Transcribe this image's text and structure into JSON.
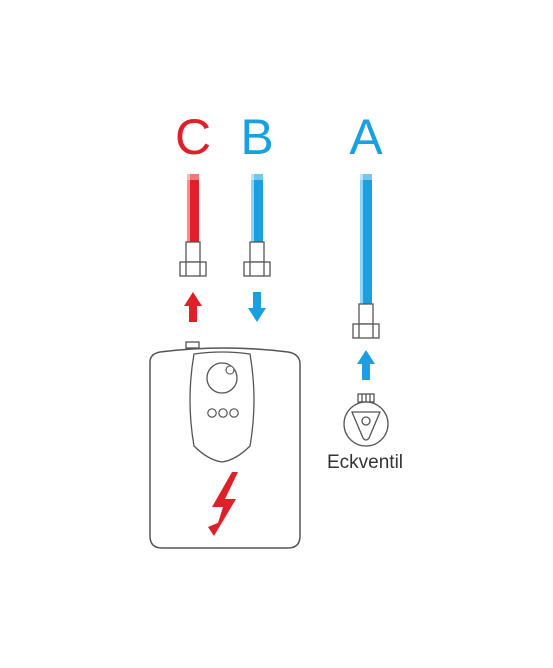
{
  "labels": {
    "c": "C",
    "b": "B",
    "a": "A",
    "angle_valve": "Eckventil"
  },
  "colors": {
    "hot": "#e02028",
    "cold": "#1aa0e0",
    "outline": "#555555",
    "text": "#333333"
  },
  "icons": {
    "hot_arrow": "arrow-up-icon",
    "cold_out_arrow": "arrow-down-icon",
    "supply_arrow": "arrow-up-icon",
    "lightning": "lightning-bolt-icon",
    "knob": "temperature-knob-icon",
    "indicators": "three-dots-indicator-icon",
    "angle_valve": "angle-valve-icon"
  }
}
